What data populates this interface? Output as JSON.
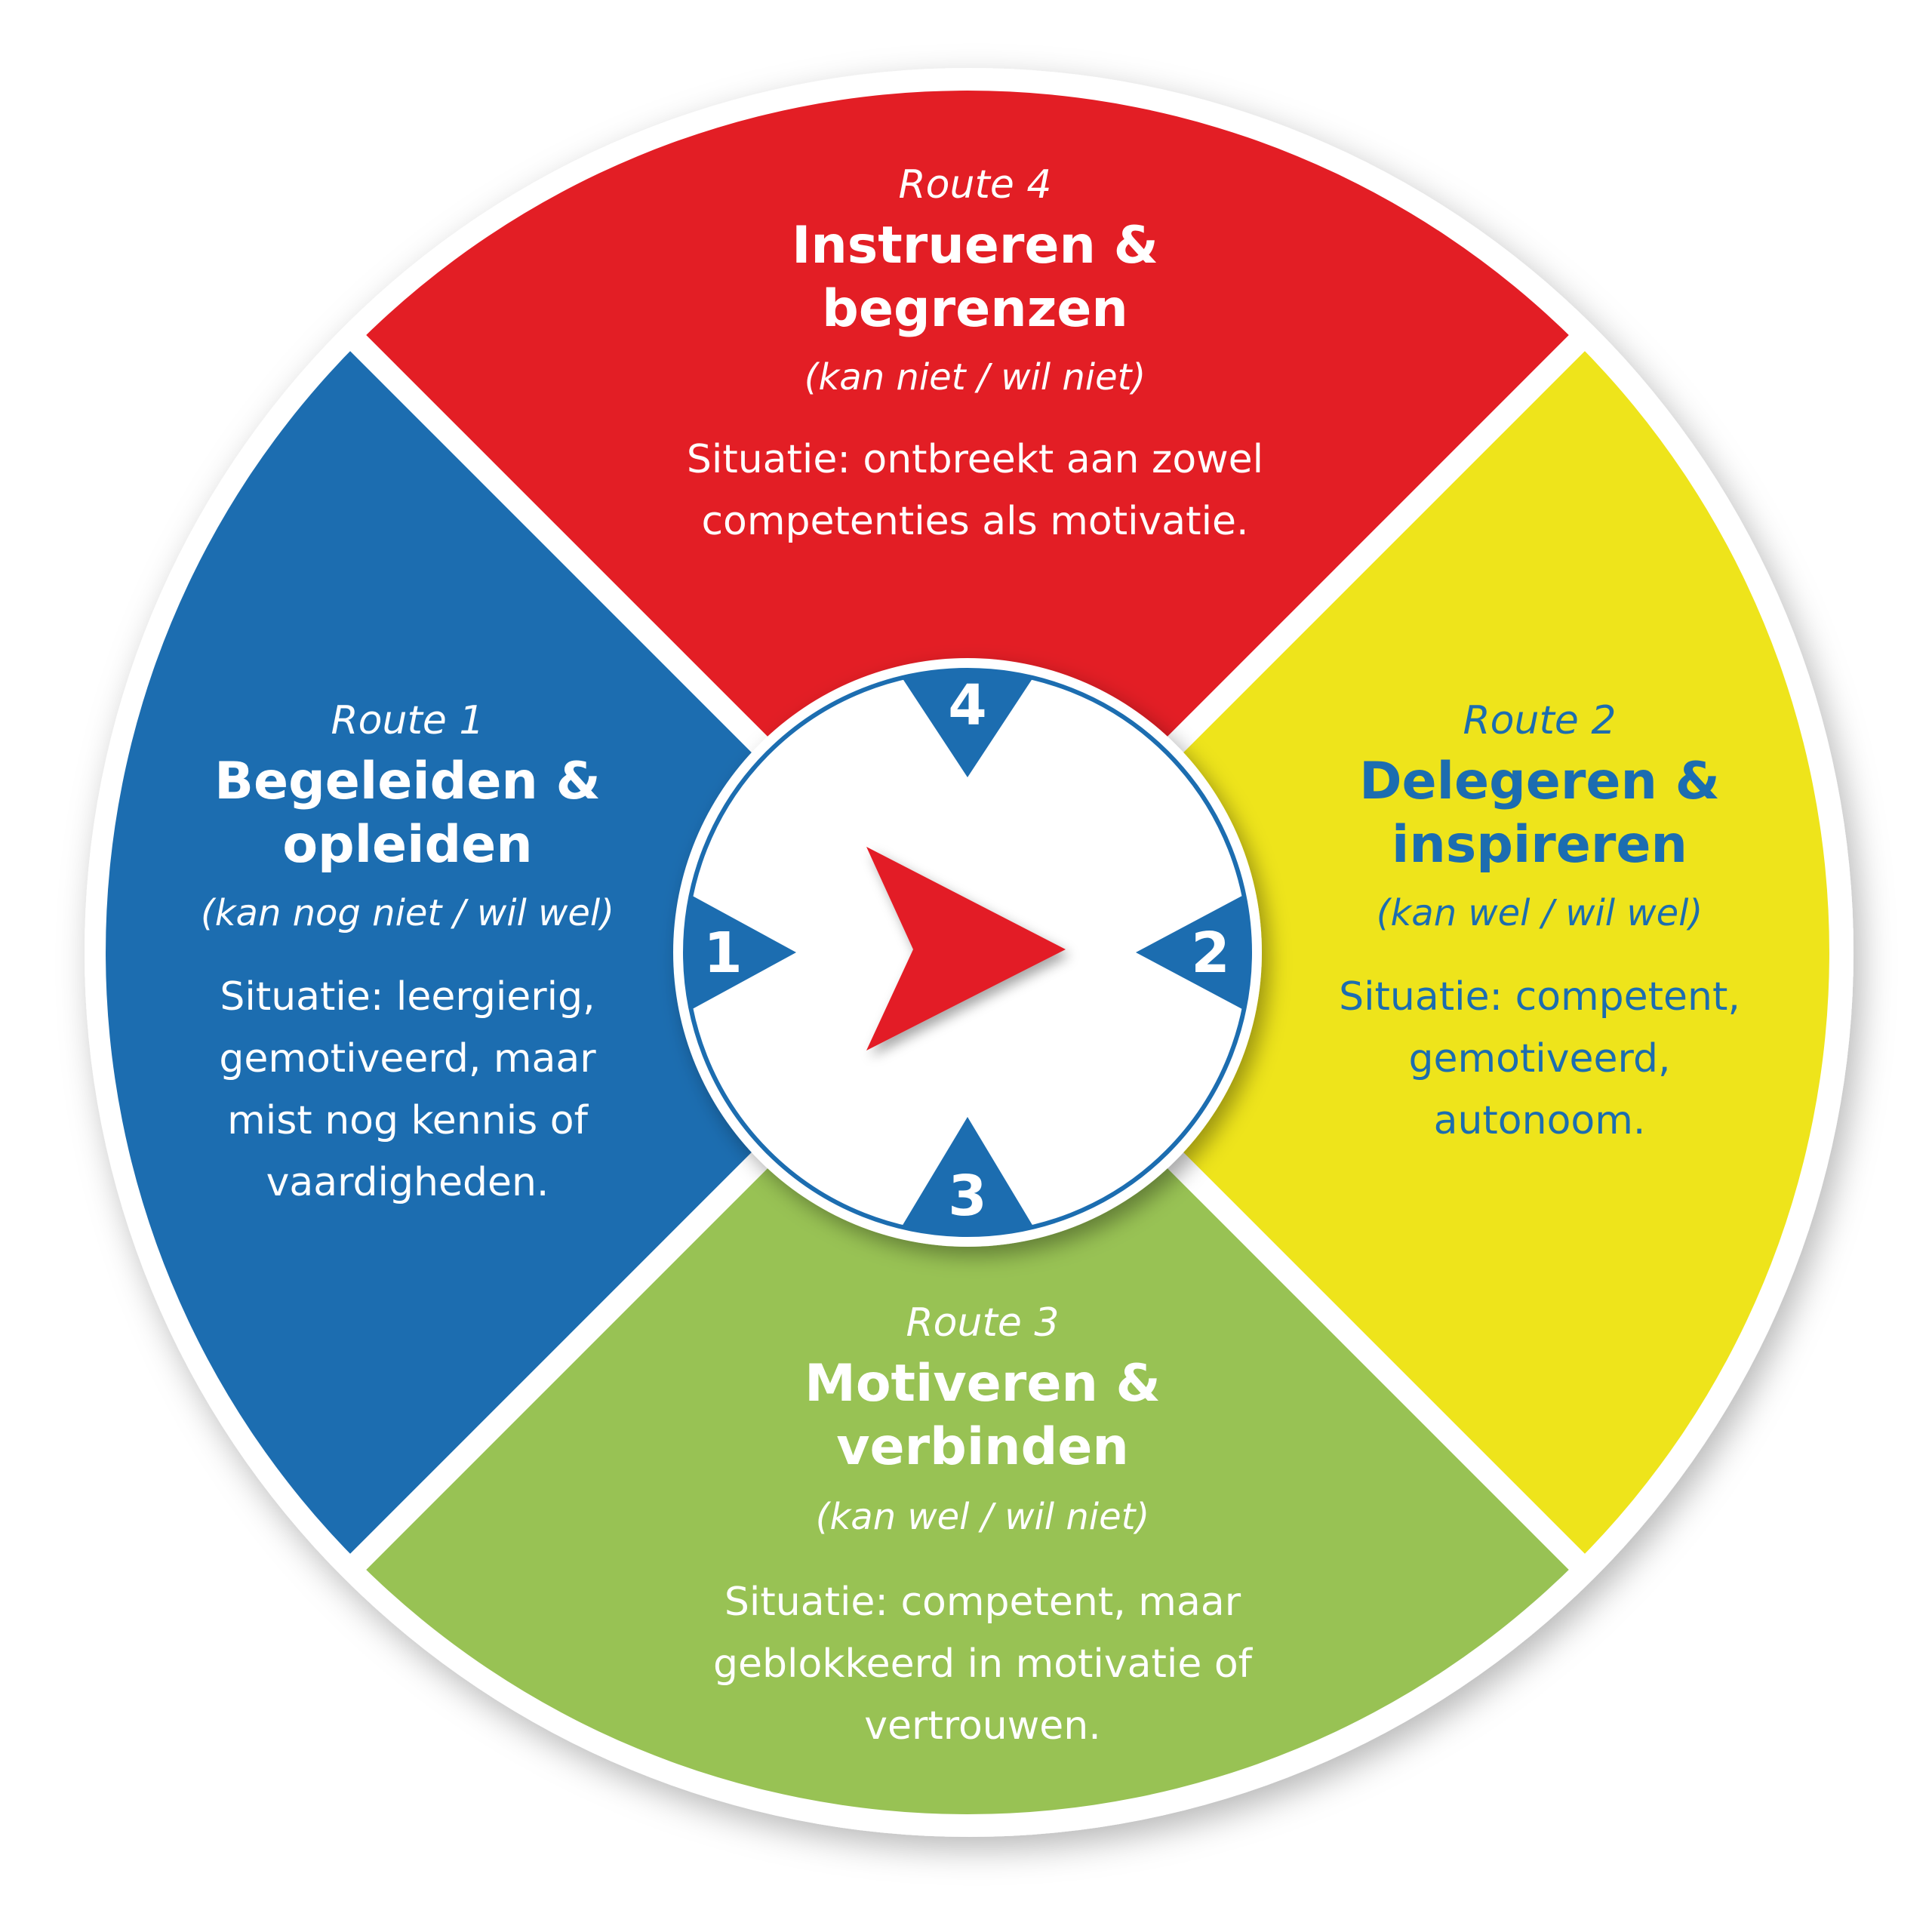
{
  "colors": {
    "red": "#e31e25",
    "blue": "#1c6db0",
    "yellow": "#eee41b",
    "green": "#98c254",
    "white": "#ffffff",
    "center_blue": "#1c6db0",
    "center_arrow": "#e31e25"
  },
  "routes": {
    "r4": {
      "route": "Route 4",
      "title1": "Instrueren &",
      "title2": "begrenzen",
      "subtitle": "(kan niet / wil niet)",
      "desc1": "Situatie: ontbreekt aan zowel",
      "desc2": "competenties als motivatie."
    },
    "r1": {
      "route": "Route 1",
      "title1": "Begeleiden &",
      "title2": "opleiden",
      "subtitle": "(kan nog niet / wil wel)",
      "desc1": "Situatie: leergierig,",
      "desc2": "gemotiveerd, maar",
      "desc3": "mist nog kennis of",
      "desc4": "vaardigheden."
    },
    "r2": {
      "route": "Route 2",
      "title1": "Delegeren &",
      "title2": "inspireren",
      "subtitle": "(kan wel / wil wel)",
      "desc1": "Situatie: competent,",
      "desc2": "gemotiveerd,",
      "desc3": "autonoom."
    },
    "r3": {
      "route": "Route 3",
      "title1": "Motiveren &",
      "title2": "verbinden",
      "subtitle": "(kan wel / wil niet)",
      "desc1": "Situatie: competent, maar",
      "desc2": "geblokkeerd in motivatie of",
      "desc3": "vertrouwen."
    }
  },
  "center": {
    "n1": "1",
    "n2": "2",
    "n3": "3",
    "n4": "4",
    "arrow_icon": "play-arrow-icon"
  }
}
